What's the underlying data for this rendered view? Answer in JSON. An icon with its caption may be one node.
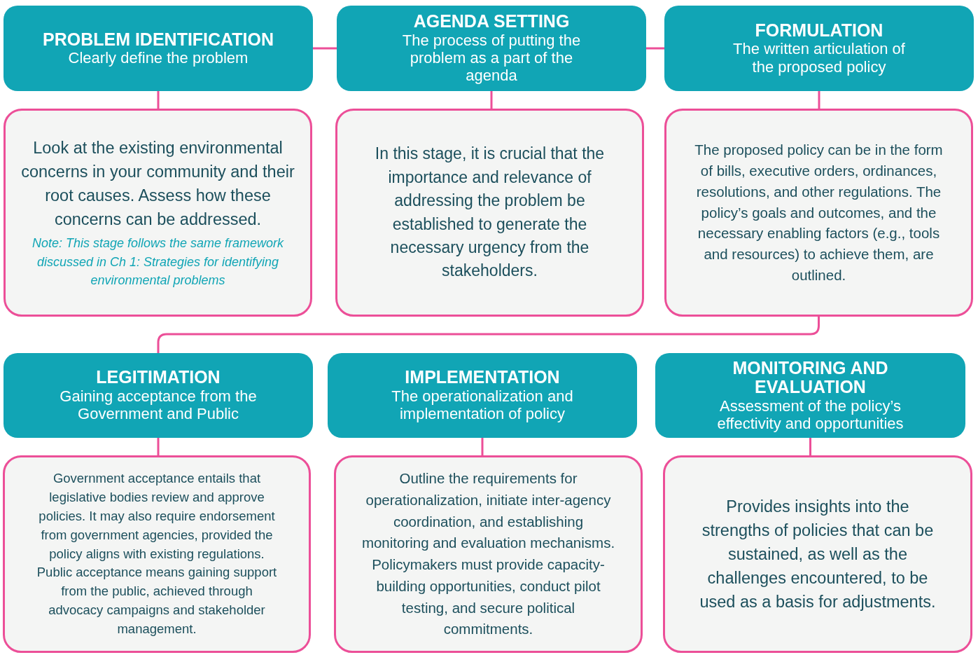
{
  "diagram": {
    "nodes": [
      {
        "text": [
          "PROBLEM IDENTIFICATION",
          "Clearly define the problem"
        ]
      },
      {
        "text": [
          "AGENDA SETTING",
          "The process of putting the problem as a part of the agenda"
        ]
      },
      {
        "text": [
          "FORMULATION",
          "The written articulation of the proposed policy"
        ]
      },
      {
        "text": [
          "Look at the existing environmental concerns in your community and their root causes. Assess how these concerns can be addressed.",
          "Note: This stage follows the same framework discussed in Ch 1: Strategies for identifying environmental problems"
        ]
      },
      {
        "text": [
          "In this stage, it is crucial that the importance and relevance of addressing the problem be established to generate the necessary urgency from the stakeholders."
        ]
      },
      {
        "text": [
          "The proposed policy can be in the form of bills, executive orders, ordinances, resolutions, and other regulations. The policy’s goals and outcomes, and the necessary enabling factors (e.g., tools and resources) to achieve them, are outlined."
        ]
      },
      {
        "text": [
          "LEGITIMATION",
          "Gaining acceptance from the Government and Public"
        ]
      },
      {
        "text": [
          "IMPLEMENTATION",
          "The operationalization and implementation of policy"
        ]
      },
      {
        "text": [
          "MONITORING AND EVALUATION",
          "Assessment of the policy’s effectivity and opportunities"
        ]
      },
      {
        "text": [
          "Government acceptance entails that legislative bodies review and approve policies. It may also require endorsement from government agencies, provided the policy aligns with existing regulations. Public acceptance means gaining support from the public, achieved through advocacy campaigns and stakeholder management."
        ]
      },
      {
        "text": [
          "Outline the requirements for operationalization, initiate inter-agency coordination, and establishing monitoring and evaluation mechanisms. Policymakers must provide capacity-building opportunities, conduct pilot testing, and secure political commitments."
        ]
      },
      {
        "text": [
          "Provides insights into the strengths of policies that can be sustained, as well as the challenges encountered, to be used as a basis for adjustments."
        ]
      }
    ],
    "edges": [
      {
        "from": 0,
        "to": 1,
        "arrow": "none"
      },
      {
        "from": 1,
        "to": 2,
        "arrow": "none"
      },
      {
        "from": 0,
        "to": 3,
        "arrow": "none"
      },
      {
        "from": 1,
        "to": 4,
        "arrow": "none"
      },
      {
        "from": 2,
        "to": 5,
        "arrow": "none"
      },
      {
        "from": 5,
        "to": 6,
        "arrow": "none"
      },
      {
        "from": 6,
        "to": 9,
        "arrow": "none"
      },
      {
        "from": 7,
        "to": 10,
        "arrow": "none"
      },
      {
        "from": 8,
        "to": 11,
        "arrow": "none"
      }
    ]
  }
}
